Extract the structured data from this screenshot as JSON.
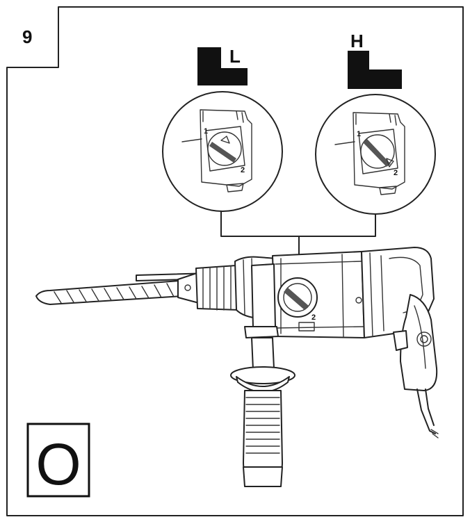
{
  "figure": {
    "step_number": "9",
    "speed_low_label": "L",
    "speed_high_label": "H",
    "selector_position_1": "1",
    "selector_position_2": "2",
    "mode_symbol": "O"
  },
  "icons": {
    "low_speed": "low-gear-step-icon",
    "high_speed": "high-gear-step-icon",
    "mode": "no-hammer-mode-icon"
  }
}
